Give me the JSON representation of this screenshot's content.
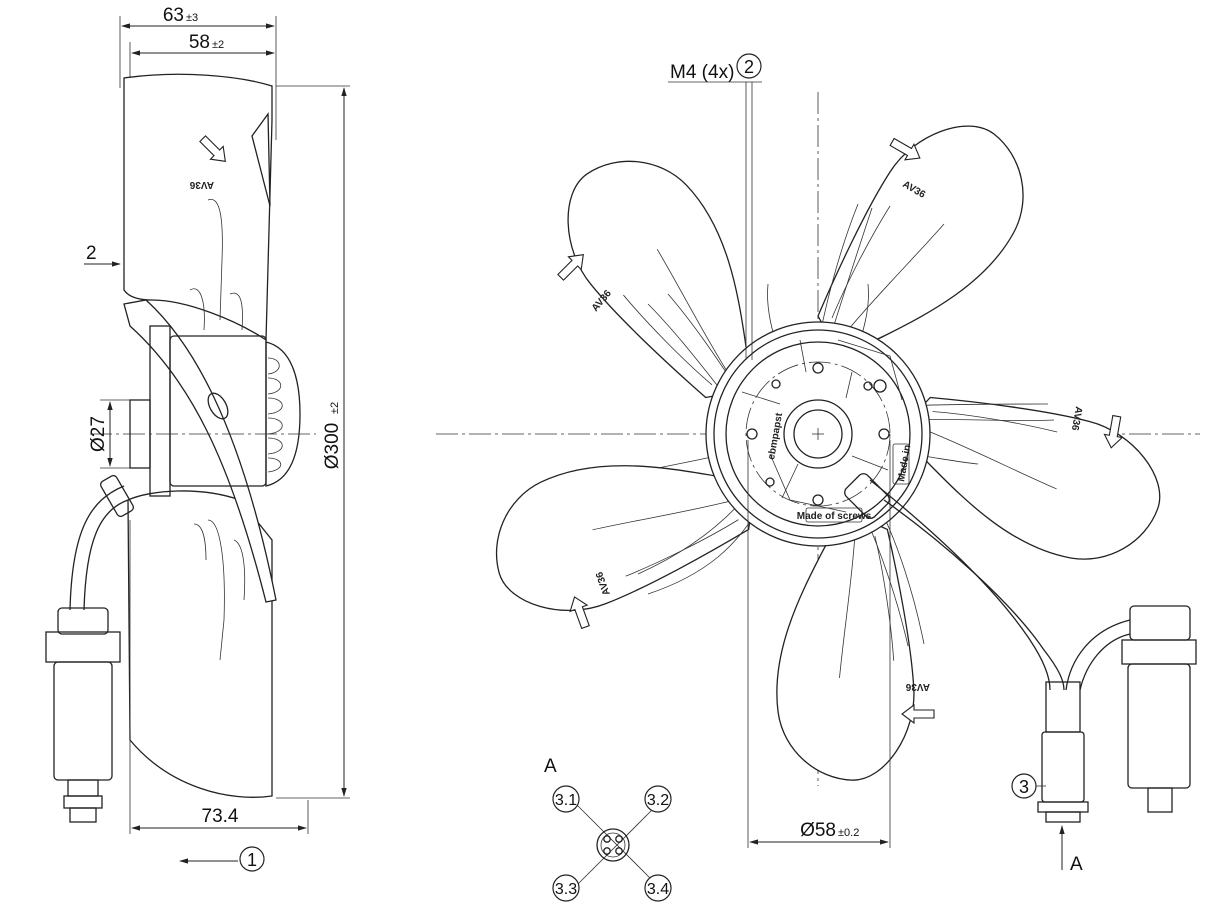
{
  "side_view": {
    "dim_overall_depth": "63",
    "dim_overall_depth_tol": "±3",
    "dim_blade_depth": "58",
    "dim_blade_depth_tol": "±2",
    "dim_gap": "2",
    "dim_hub_diameter": "Ø27",
    "dim_fan_diameter": "Ø300",
    "dim_fan_diameter_tol": "±2",
    "dim_mounting_depth": "73.4",
    "callout_airflow": "1",
    "blade_mark": "AV36"
  },
  "front_view": {
    "label_thread": "M4 (4x)",
    "callout_thread": "2",
    "dim_bolt_circle": "Ø58",
    "dim_bolt_circle_tol": "±0.2",
    "callout_connector": "3",
    "view_label": "A",
    "blade_mark": "AV36",
    "hub_label_1": "ebmpapst",
    "hub_label_2": "Made in",
    "hub_label_3": "Made of screws"
  },
  "connector_detail": {
    "title": "A",
    "pins": [
      "3.1",
      "3.2",
      "3.3",
      "3.4"
    ]
  }
}
